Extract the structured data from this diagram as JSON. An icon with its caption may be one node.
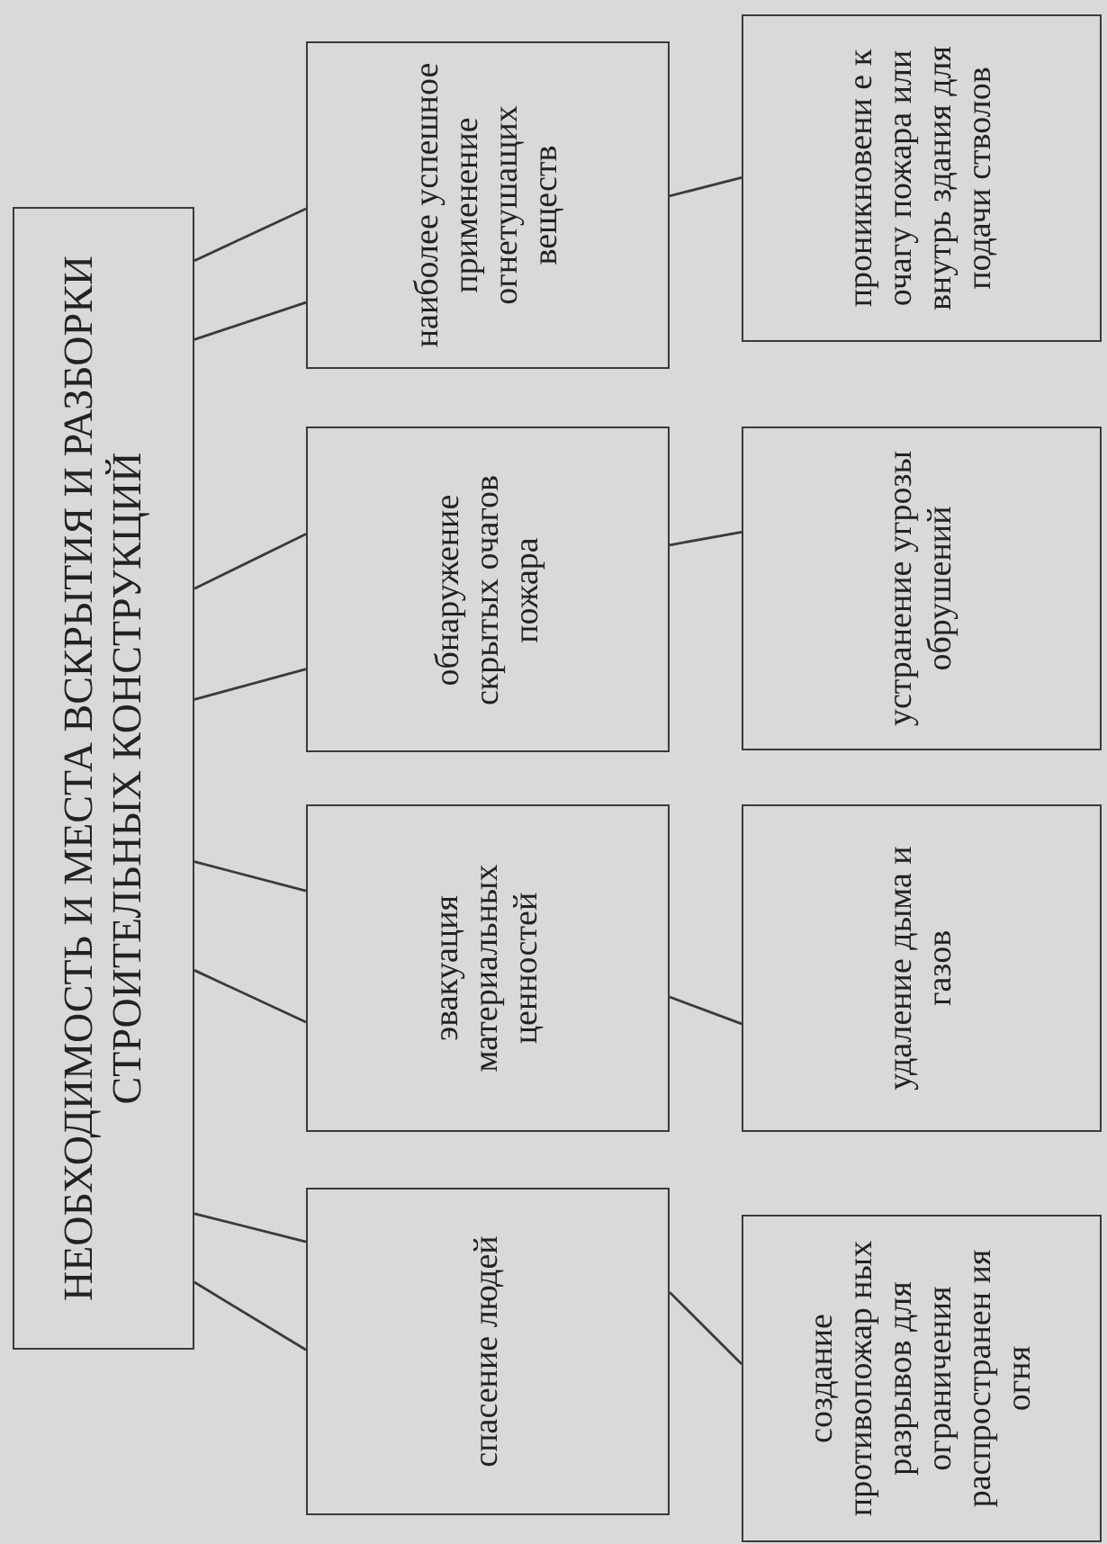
{
  "diagram": {
    "nodes": [
      {
        "text": [
          "НЕОБХОДИМОСТЬ И МЕСТА ВСКРЫТИЯ И РАЗБОРКИ СТРОИТЕЛЬНЫХ КОНСТРУКЦИЙ"
        ]
      },
      {
        "text": [
          "спасение людей"
        ]
      },
      {
        "text": [
          "эвакуация материальных ценностей"
        ]
      },
      {
        "text": [
          "обнаружение скрытых очагов пожара"
        ]
      },
      {
        "text": [
          "наиболее успешное применение огнетушащих веществ"
        ]
      },
      {
        "text": [
          "создание противопожар ных разрывов для ограничения распространен ия огня"
        ]
      },
      {
        "text": [
          "удаление дыма и газов"
        ]
      },
      {
        "text": [
          "устранение угрозы обрушений"
        ]
      },
      {
        "text": [
          "проникновени е к очагу пожара или внутрь здания для подачи стволов"
        ]
      }
    ],
    "edges": [
      {
        "from": 0,
        "to": 1,
        "arrow": "none"
      },
      {
        "from": 0,
        "to": 1,
        "arrow": "none"
      },
      {
        "from": 0,
        "to": 2,
        "arrow": "none"
      },
      {
        "from": 0,
        "to": 2,
        "arrow": "none"
      },
      {
        "from": 0,
        "to": 3,
        "arrow": "none"
      },
      {
        "from": 0,
        "to": 3,
        "arrow": "none"
      },
      {
        "from": 0,
        "to": 4,
        "arrow": "none"
      },
      {
        "from": 0,
        "to": 4,
        "arrow": "none"
      },
      {
        "from": 1,
        "to": 5,
        "arrow": "none"
      },
      {
        "from": 2,
        "to": 6,
        "arrow": "none"
      },
      {
        "from": 3,
        "to": 7,
        "arrow": "none"
      },
      {
        "from": 4,
        "to": 8,
        "arrow": "none"
      }
    ]
  }
}
